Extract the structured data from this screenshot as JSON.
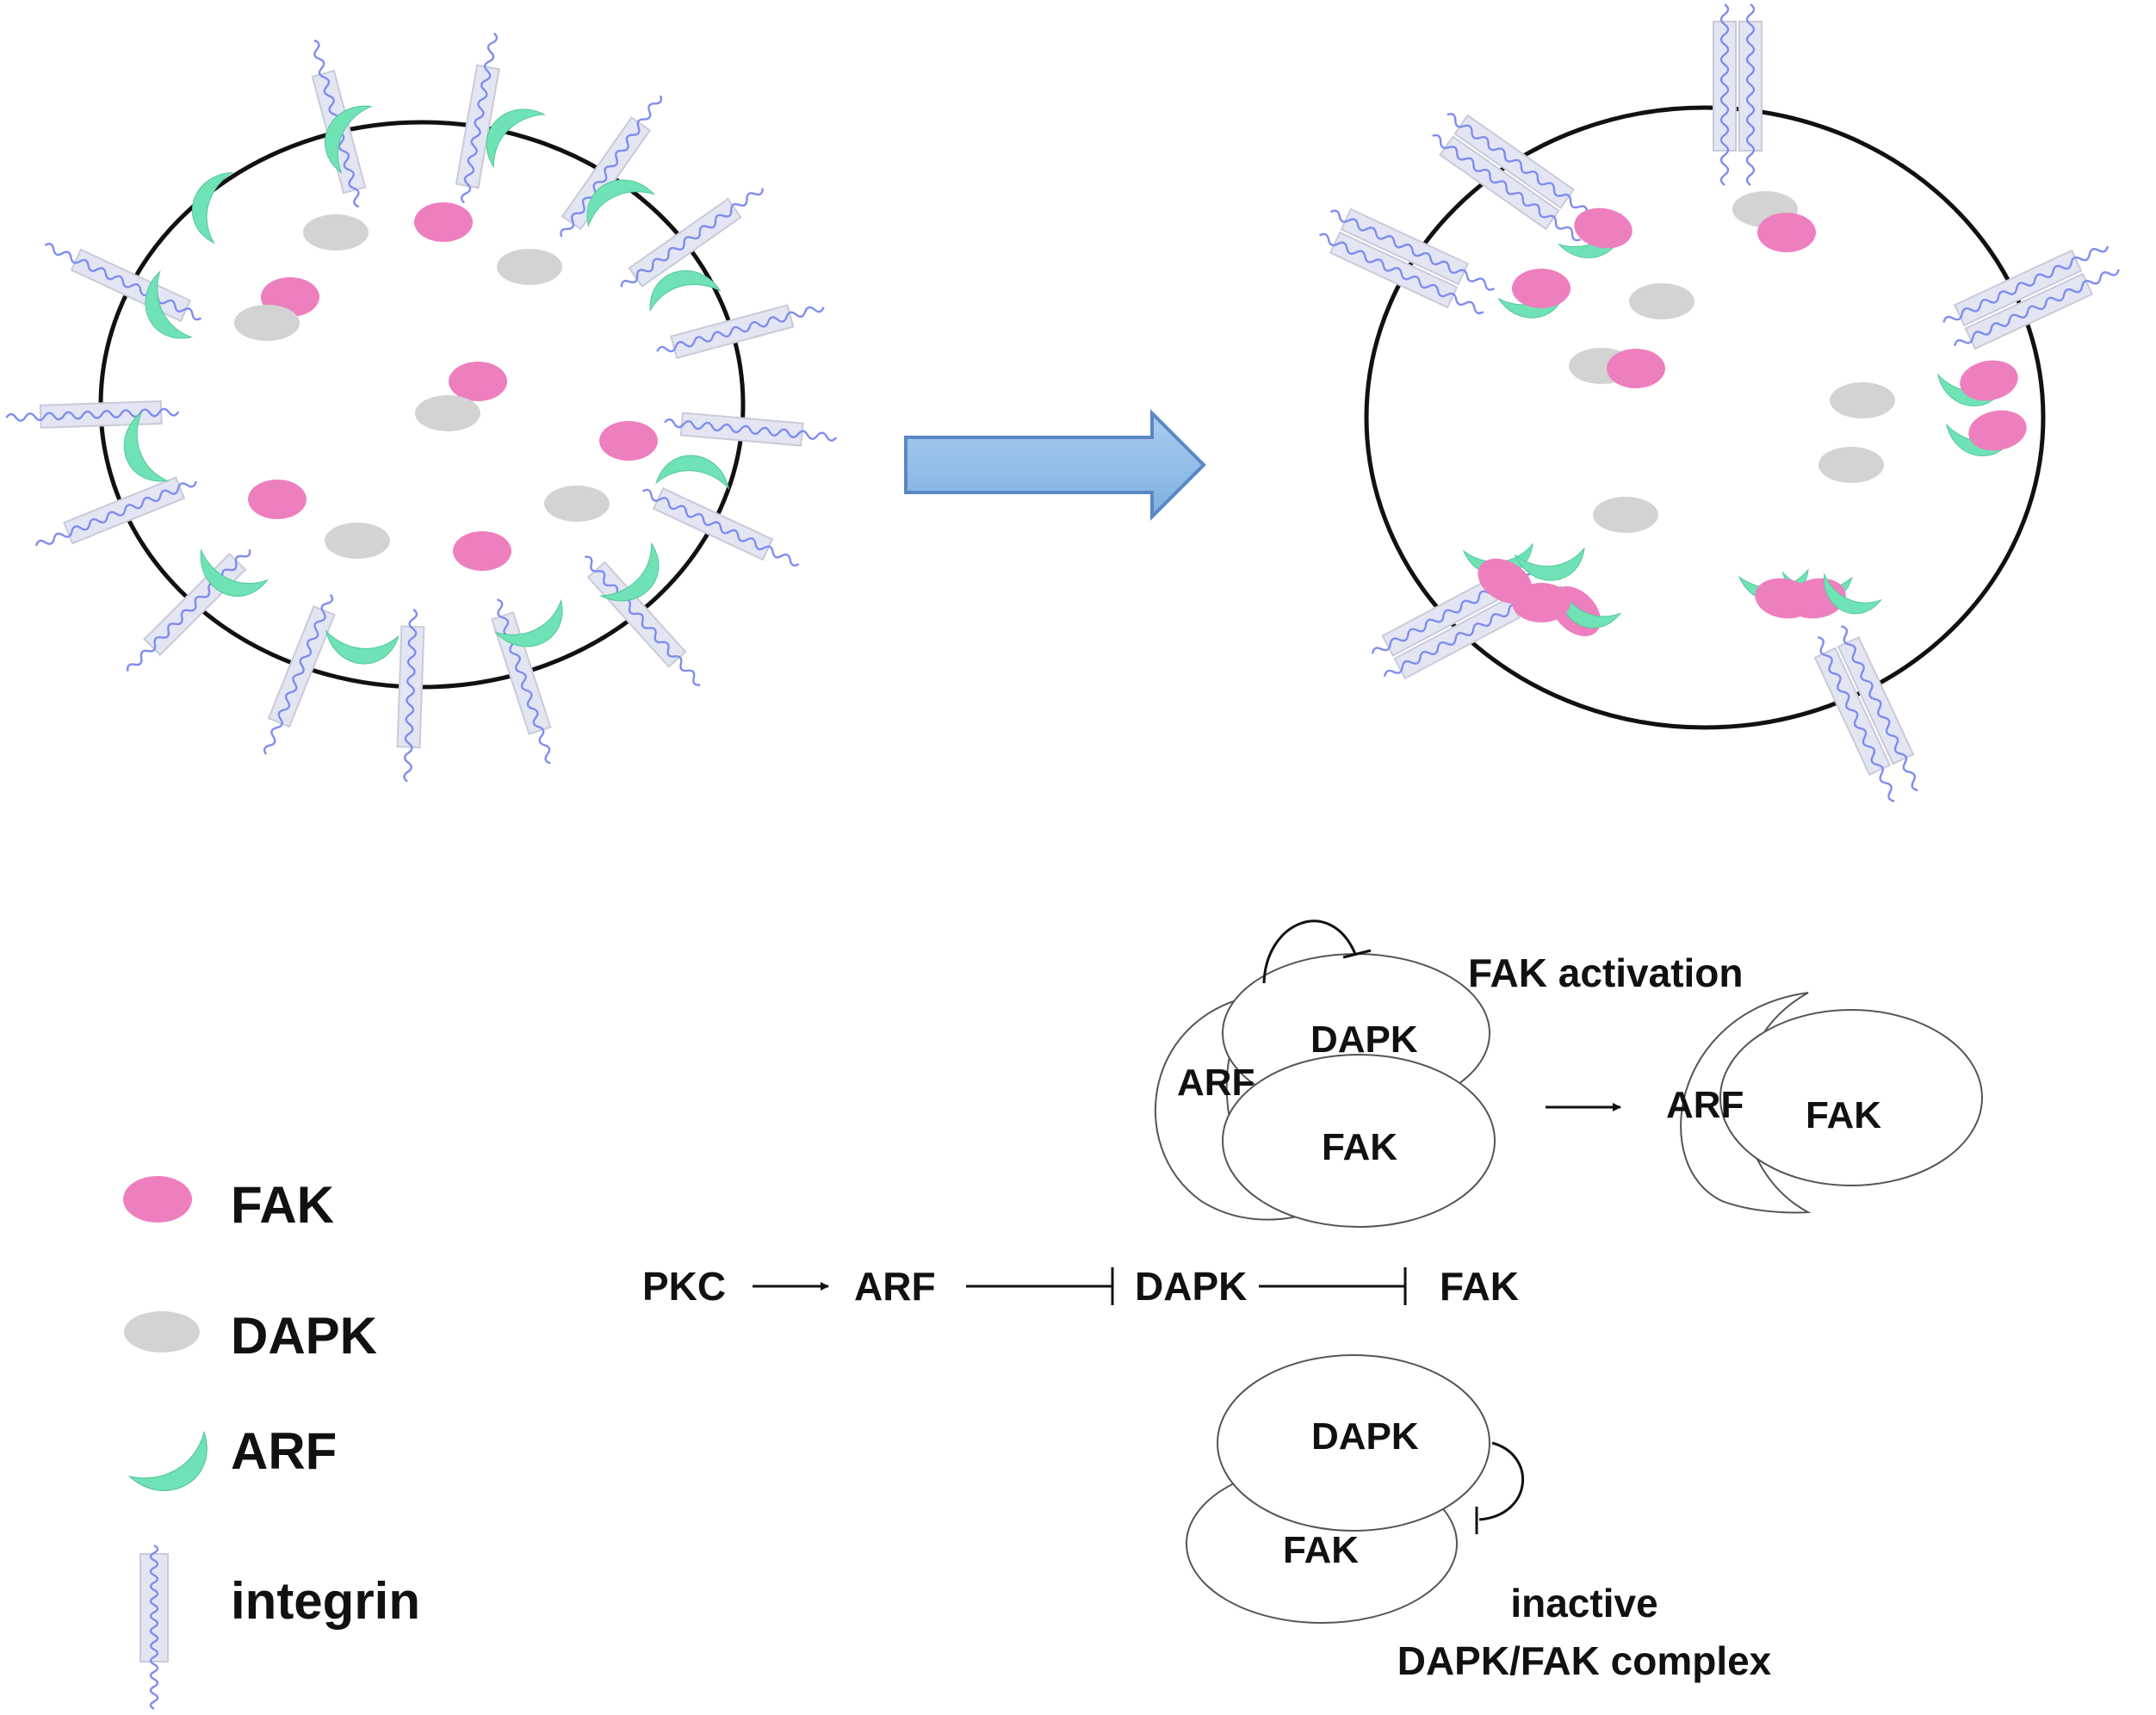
{
  "legend": [
    {
      "key": "fak",
      "label": "FAK",
      "shape": "ellipse",
      "color": "#ee7fbf"
    },
    {
      "key": "dapk",
      "label": "DAPK",
      "shape": "ellipse",
      "color": "#d3d3d3"
    },
    {
      "key": "arf",
      "label": "ARF",
      "shape": "crescent",
      "color": "#6fe3b6"
    },
    {
      "key": "integrin",
      "label": "integrin",
      "shape": "receptor",
      "color": "#7f8cf0"
    }
  ],
  "pathway": {
    "nodes": [
      "PKC",
      "ARF",
      "DAPK",
      "FAK"
    ],
    "links": [
      "activates",
      "inhibits",
      "inhibits"
    ]
  },
  "top_complex": {
    "labels": {
      "arf": "ARF",
      "dapk": "DAPK",
      "fak": "FAK"
    },
    "caption": "FAK activation",
    "result_labels": {
      "arf": "ARF",
      "fak": "FAK"
    }
  },
  "bottom_complex": {
    "labels": {
      "dapk": "DAPK",
      "fak": "FAK"
    },
    "caption_line1": "inactive",
    "caption_line2": "DAPK/FAK complex"
  },
  "colors": {
    "fak": "#ee7fbf",
    "dapk": "#d3d3d3",
    "arf": "#6fe3b6",
    "integrin_body": "#e3e6f2",
    "integrin_wave": "#7f8cf0",
    "arrow_fill": "#8fbce6",
    "arrow_stroke": "#5b87c4"
  }
}
